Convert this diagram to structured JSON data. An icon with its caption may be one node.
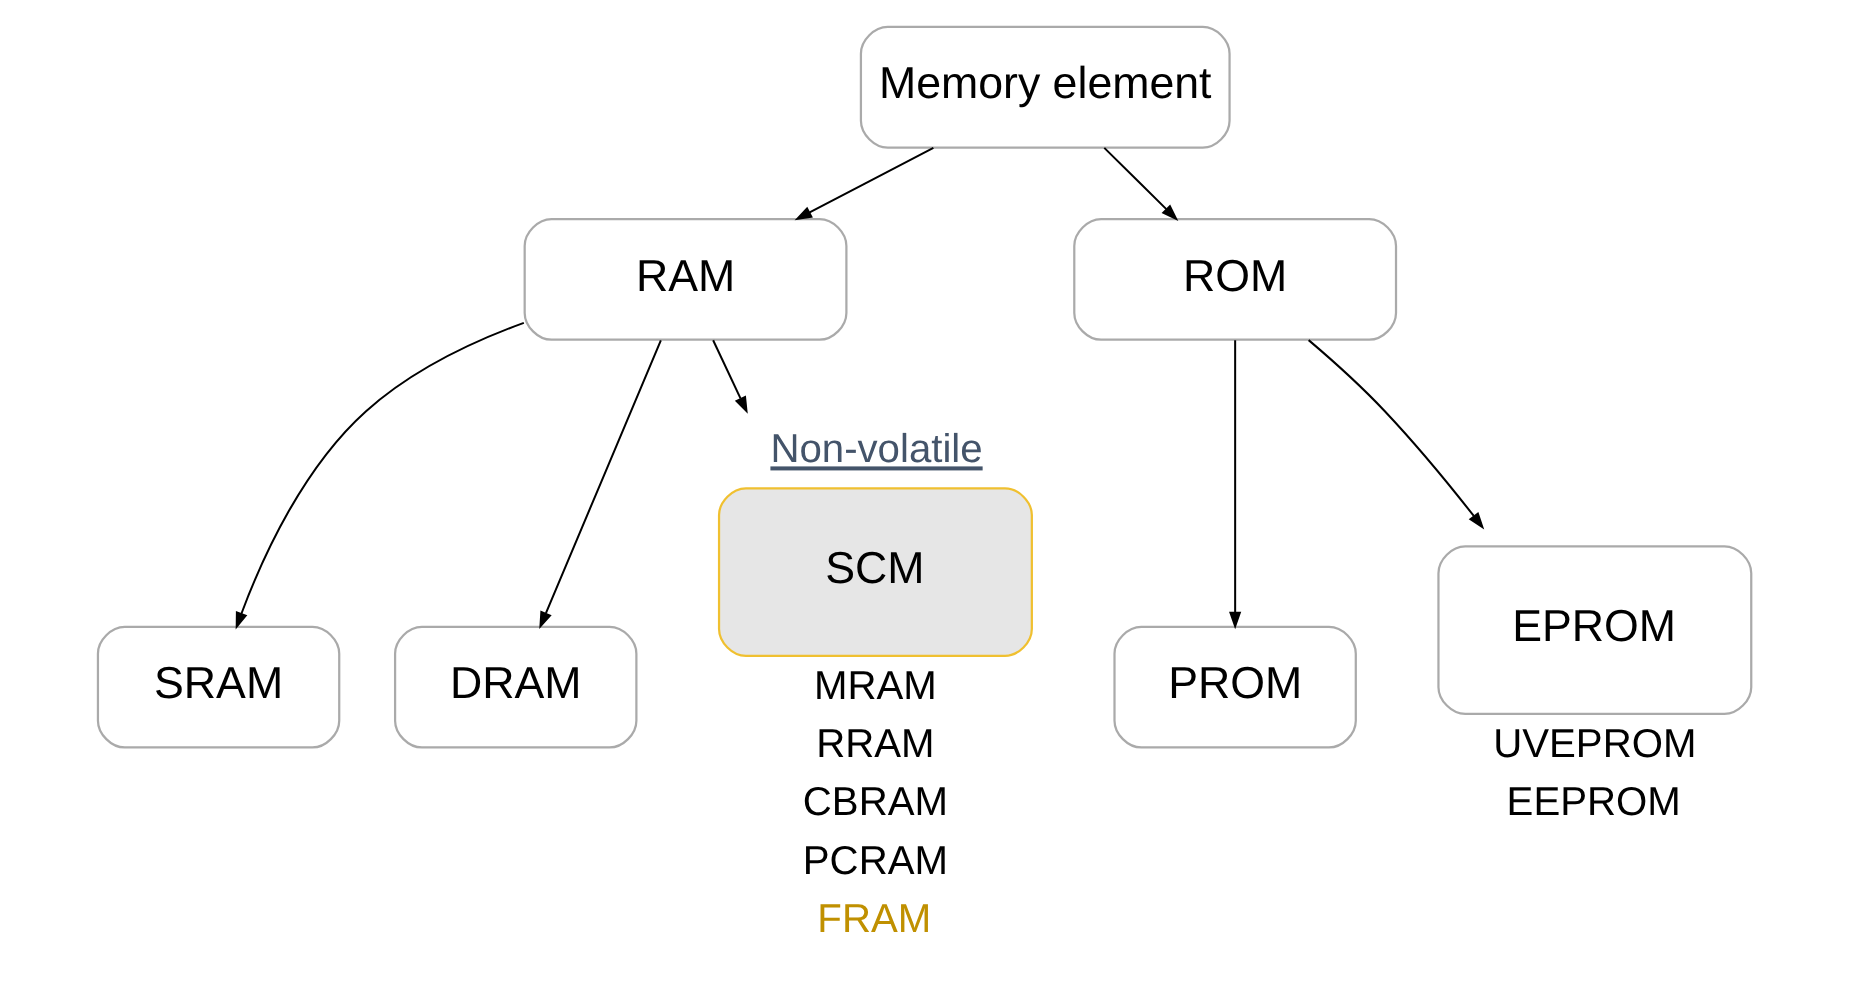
{
  "diagram": {
    "nodes": [
      {
        "text": [
          "Memory element"
        ]
      },
      {
        "text": [
          "RAM"
        ]
      },
      {
        "text": [
          "ROM"
        ]
      },
      {
        "text": [
          "SRAM"
        ]
      },
      {
        "text": [
          "DRAM"
        ]
      },
      {
        "text": [
          "SCM"
        ],
        "beside": [
          "Non-volatile",
          "MRAM",
          "RRAM",
          "CBRAM",
          "PCRAM",
          "FRAM"
        ]
      },
      {
        "text": [
          "PROM"
        ]
      },
      {
        "text": [
          "EPROM"
        ],
        "beside": [
          "UVEPROM",
          "EEPROM"
        ]
      }
    ],
    "edges": [
      {
        "from": 0,
        "to": 1,
        "arrow": "to"
      },
      {
        "from": 0,
        "to": 2,
        "arrow": "to"
      },
      {
        "from": 1,
        "to": 3,
        "arrow": "to"
      },
      {
        "from": 1,
        "to": 4,
        "arrow": "to"
      },
      {
        "from": 1,
        "to": 5,
        "arrow": "to"
      },
      {
        "from": 2,
        "to": 6,
        "arrow": "to"
      },
      {
        "from": 2,
        "to": 7,
        "arrow": "to"
      }
    ]
  }
}
